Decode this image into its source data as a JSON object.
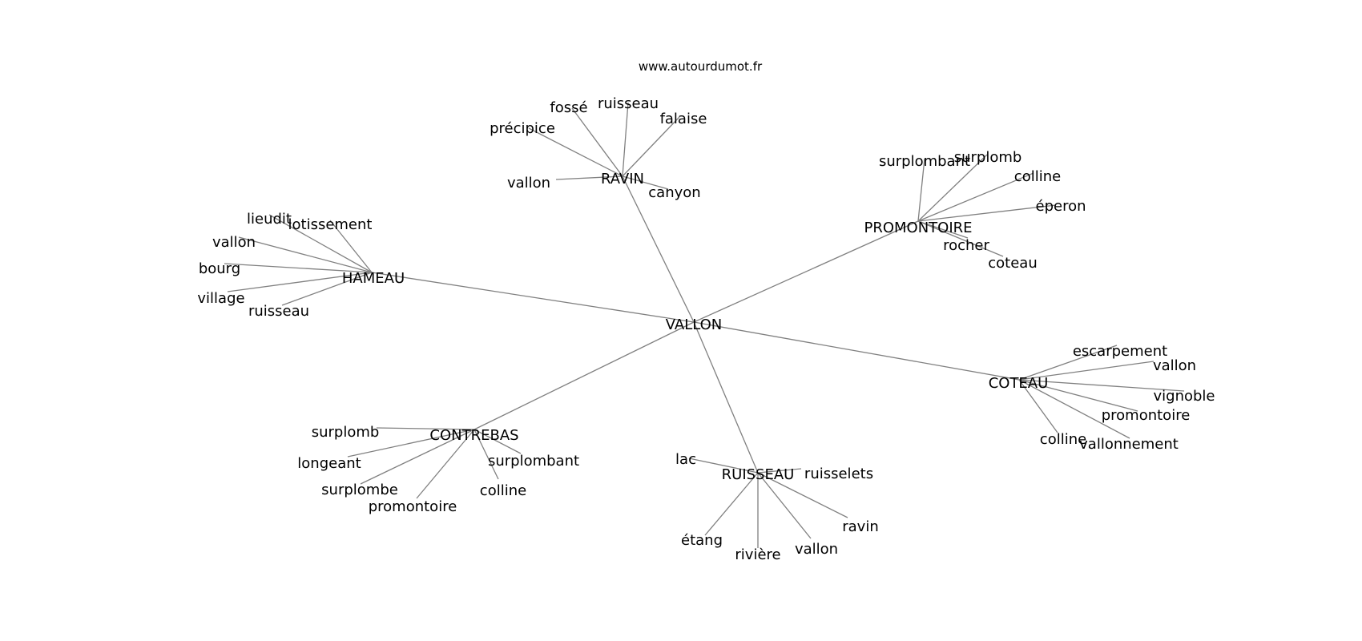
{
  "source_text": "www.autourdumot.fr",
  "colors": {
    "edge": "#808080",
    "text": "#000000",
    "background": "#ffffff"
  },
  "center": {
    "id": "vallon_center",
    "label": "VALLON"
  },
  "hubs": [
    {
      "id": "ravin",
      "label": "RAVIN",
      "children": [
        {
          "id": "ravin-fosse",
          "label": "fossé"
        },
        {
          "id": "ravin-ruisseau",
          "label": "ruisseau"
        },
        {
          "id": "ravin-falaise",
          "label": "falaise"
        },
        {
          "id": "ravin-precipice",
          "label": "précipice"
        },
        {
          "id": "ravin-vallon",
          "label": "vallon"
        },
        {
          "id": "ravin-canyon",
          "label": "canyon"
        }
      ]
    },
    {
      "id": "promontoire",
      "label": "PROMONTOIRE",
      "children": [
        {
          "id": "promontoire-surplombant",
          "label": "surplombant"
        },
        {
          "id": "promontoire-surplomb",
          "label": "surplomb"
        },
        {
          "id": "promontoire-colline",
          "label": "colline"
        },
        {
          "id": "promontoire-eperon",
          "label": "éperon"
        },
        {
          "id": "promontoire-rocher",
          "label": "rocher"
        },
        {
          "id": "promontoire-coteau",
          "label": "coteau"
        }
      ]
    },
    {
      "id": "hameau",
      "label": "HAMEAU",
      "children": [
        {
          "id": "hameau-lieudit",
          "label": "lieudit"
        },
        {
          "id": "hameau-lotissement",
          "label": "lotissement"
        },
        {
          "id": "hameau-vallon",
          "label": "vallon"
        },
        {
          "id": "hameau-bourg",
          "label": "bourg"
        },
        {
          "id": "hameau-village",
          "label": "village"
        },
        {
          "id": "hameau-ruisseau",
          "label": "ruisseau"
        }
      ]
    },
    {
      "id": "coteau",
      "label": "COTEAU",
      "children": [
        {
          "id": "coteau-escarpement",
          "label": "escarpement"
        },
        {
          "id": "coteau-vallon",
          "label": "vallon"
        },
        {
          "id": "coteau-vignoble",
          "label": "vignoble"
        },
        {
          "id": "coteau-promontoire",
          "label": "promontoire"
        },
        {
          "id": "coteau-colline",
          "label": "colline"
        },
        {
          "id": "coteau-vallonnement",
          "label": "vallonnement"
        }
      ]
    },
    {
      "id": "contrebas",
      "label": "CONTREBAS",
      "children": [
        {
          "id": "contrebas-surplomb",
          "label": "surplomb"
        },
        {
          "id": "contrebas-longeant",
          "label": "longeant"
        },
        {
          "id": "contrebas-surplombe",
          "label": "surplombe"
        },
        {
          "id": "contrebas-promontoire",
          "label": "promontoire"
        },
        {
          "id": "contrebas-colline",
          "label": "colline"
        },
        {
          "id": "contrebas-surplombant",
          "label": "surplombant"
        }
      ]
    },
    {
      "id": "ruisseau",
      "label": "RUISSEAU",
      "children": [
        {
          "id": "ruisseau-lac",
          "label": "lac"
        },
        {
          "id": "ruisseau-ruisselets",
          "label": "ruisselets"
        },
        {
          "id": "ruisseau-etang",
          "label": "étang"
        },
        {
          "id": "ruisseau-riviere",
          "label": "rivière"
        },
        {
          "id": "ruisseau-vallon",
          "label": "vallon"
        },
        {
          "id": "ruisseau-ravin",
          "label": "ravin"
        }
      ]
    }
  ]
}
